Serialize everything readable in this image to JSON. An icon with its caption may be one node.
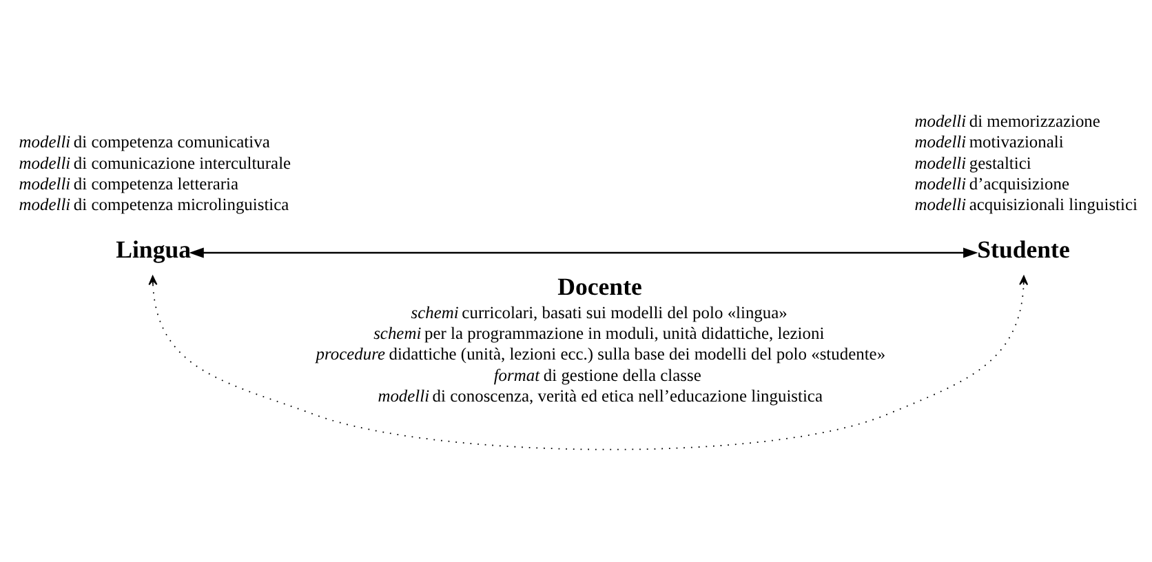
{
  "diagram": {
    "nodes": [
      {
        "text": [
          "Lingua"
        ],
        "beside": [
          "*modelli* di competenza comunicativa",
          "*modelli* di comunicazione interculturale",
          "*modelli* di competenza letteraria",
          "*modelli* di competenza microlinguistica"
        ]
      },
      {
        "text": [
          "Studente"
        ],
        "beside": [
          "*modelli* di memorizzazione",
          "*modelli* motivazionali",
          "*modelli* gestaltici",
          "*modelli* d’acquisizione",
          "*modelli* acquisizionali linguistici"
        ]
      },
      {
        "text": [
          "Docente",
          "*schemi* curricolari, basati sui modelli del polo «lingua»",
          "*schemi* per la programmazione in moduli, unità didattiche, lezioni",
          "*procedure* didattiche (unità, lezioni ecc.) sulla base dei modelli del polo «studente»",
          "*format* di gestione della classe",
          "*modelli* di conoscenza, verità ed etica nell’educazione linguistica"
        ]
      }
    ],
    "edges": [
      {
        "from": 0,
        "to": 1,
        "arrow": "both"
      },
      {
        "from": 0,
        "to": 1,
        "arrow": "both",
        "style": "dashed"
      }
    ]
  }
}
